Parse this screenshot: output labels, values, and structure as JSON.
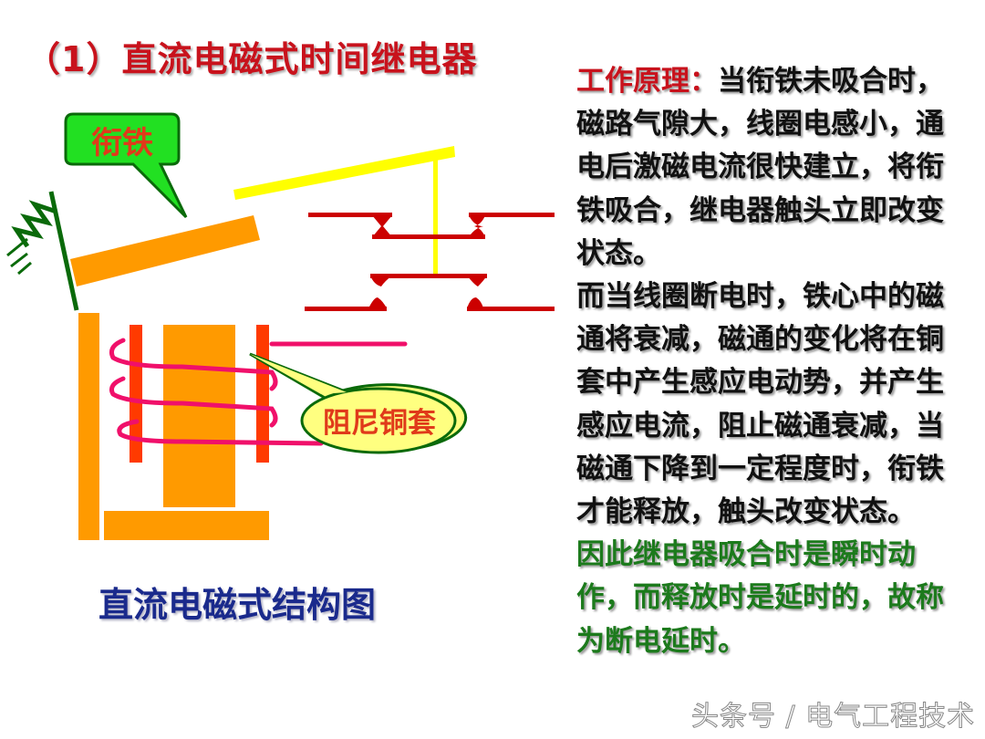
{
  "title": "（1）直流电磁式时间继电器",
  "diagram": {
    "callout_armature": "衔铁",
    "callout_sleeve": "阻尼铜套",
    "caption": "直流电磁式结构图",
    "colors": {
      "iron": "#ff9a00",
      "armature_lever": "#ffff00",
      "contacts": "#cc0000",
      "copper_sleeve": "#ff3a00",
      "coil": "#f0106a",
      "spring": "#0a6a0a",
      "callout_green": "#22e022",
      "callout_yellow": "#ffff80"
    }
  },
  "explanation": {
    "label": "工作原理：",
    "paragraph1": "当衔铁未吸合时，磁路气隙大，线圈电感小，通电后激磁电流很快建立，将衔铁吸合，继电器触头立即改变状态。",
    "paragraph2": "而当线圈断电时，铁心中的磁通将衰减，磁通的变化将在铜套中产生感应电动势，并产生感应电流，阻止磁通衰减，当磁通下降到一定程度时，衔铁才能释放，触头改变状态。",
    "conclusion": "因此继电器吸合时是瞬时动作，而释放时是延时的，故称为断电延时。"
  },
  "watermark": "头条号 / 电气工程技术"
}
